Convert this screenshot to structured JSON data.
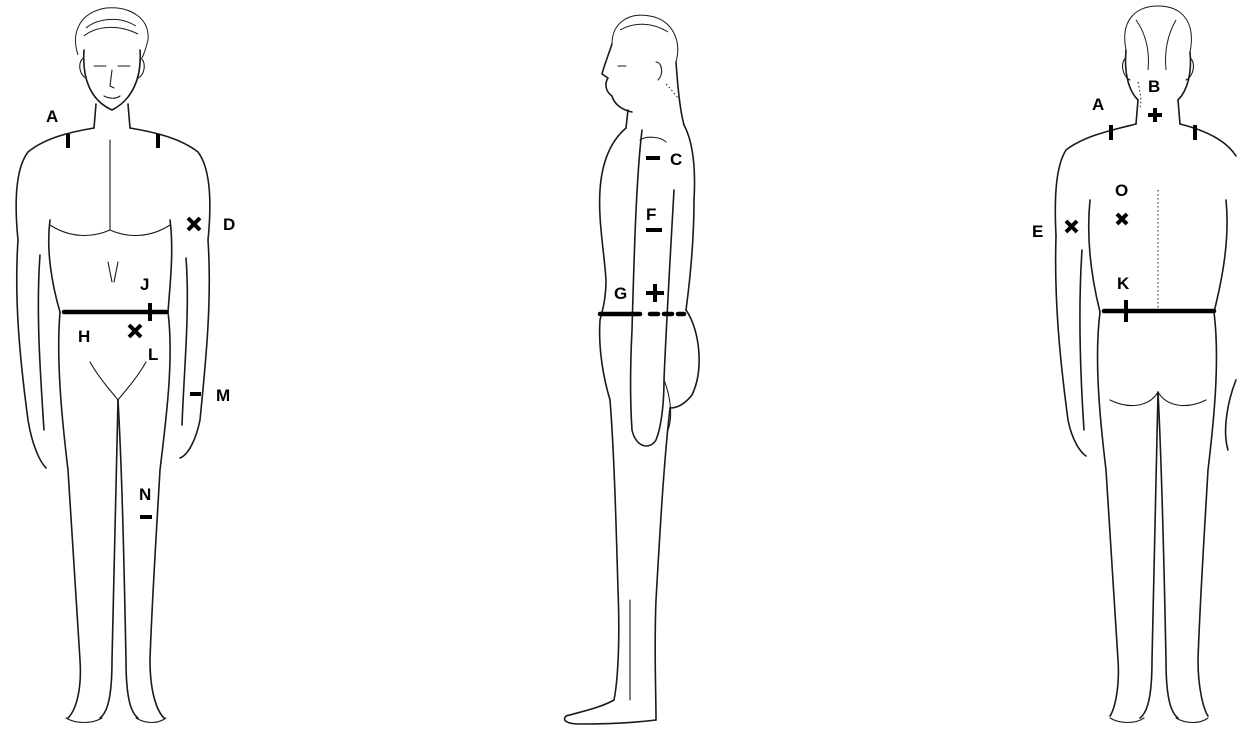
{
  "figures": [
    {
      "view": "front"
    },
    {
      "view": "side"
    },
    {
      "view": "back"
    }
  ],
  "labels": {
    "front_A": "A",
    "front_D": "D",
    "front_J": "J",
    "front_H": "H",
    "front_L": "L",
    "front_M": "M",
    "front_N": "N",
    "side_C": "C",
    "side_F": "F",
    "side_G": "G",
    "back_A": "A",
    "back_B": "B",
    "back_O": "O",
    "back_E": "E",
    "back_K": "K"
  },
  "marker_symbols": {
    "D": "cross",
    "L": "cross",
    "E": "cross",
    "O": "cross",
    "B": "plus",
    "G": "plus",
    "K": "plus",
    "C": "minus",
    "F": "minus",
    "M": "minus",
    "N": "minus",
    "A": "vertical-bar",
    "J": "vertical-bar",
    "H": "horizontal-line"
  },
  "colors": {
    "ink": "#000000",
    "background": "#ffffff"
  }
}
